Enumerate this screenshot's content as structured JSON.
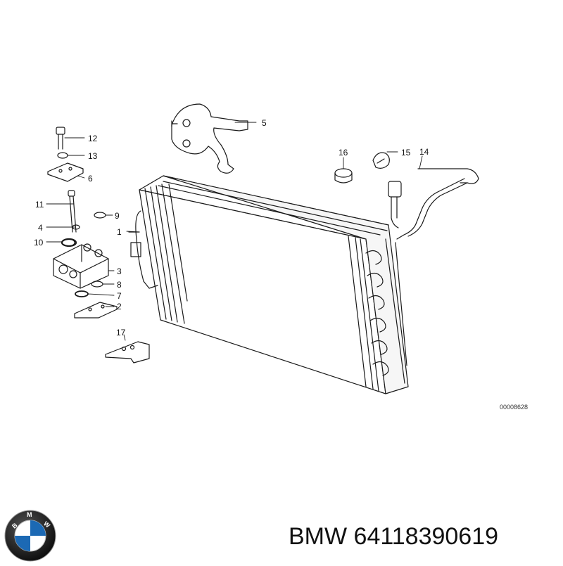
{
  "diagram": {
    "callouts": [
      "1",
      "2",
      "3",
      "4",
      "5",
      "6",
      "7",
      "8",
      "9",
      "10",
      "11",
      "12",
      "13",
      "14",
      "15",
      "16",
      "17"
    ],
    "drawing_code": "00008628"
  },
  "logo": {
    "text": "BMW"
  },
  "part": {
    "brand": "BMW",
    "number": "64118390619"
  },
  "colors": {
    "line": "#1a1a1a",
    "logo_blue": "#1c69b4",
    "logo_ring": "#111111"
  }
}
